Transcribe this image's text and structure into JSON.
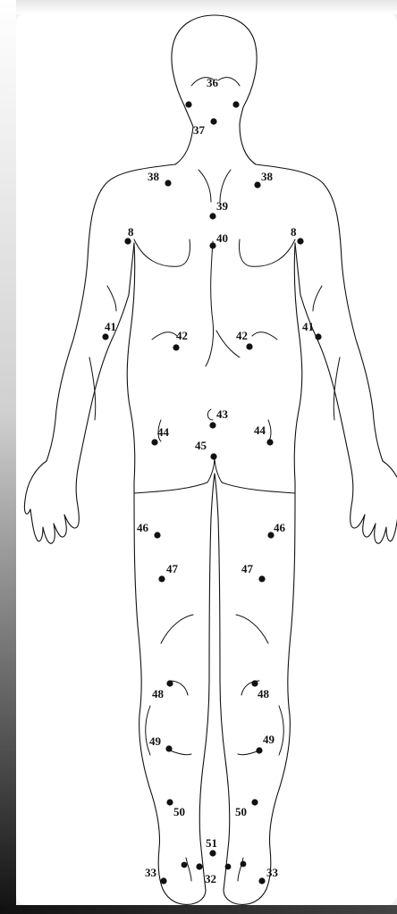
{
  "colors": {
    "panel_bg": "#ffffff",
    "frame_shadow_dark": "#1a1a1a",
    "frame_shadow_light": "#d9d9d9",
    "ink": "#111111"
  },
  "figure": {
    "description_icon": "human-body-back-view",
    "points": [
      {
        "id": "p36-l",
        "label": "36"
      },
      {
        "id": "p36-r",
        "label": ""
      },
      {
        "id": "p37",
        "label": "37"
      },
      {
        "id": "p38-l",
        "label": "38"
      },
      {
        "id": "p38-r",
        "label": "38"
      },
      {
        "id": "p39",
        "label": "39"
      },
      {
        "id": "p8-l",
        "label": "8"
      },
      {
        "id": "p40",
        "label": "40"
      },
      {
        "id": "p8-r",
        "label": "8"
      },
      {
        "id": "p41-l",
        "label": "41"
      },
      {
        "id": "p42-l",
        "label": "42"
      },
      {
        "id": "p42-r",
        "label": "42"
      },
      {
        "id": "p41-r",
        "label": "41"
      },
      {
        "id": "p43",
        "label": "43"
      },
      {
        "id": "p44-l",
        "label": "44"
      },
      {
        "id": "p44-r",
        "label": "44"
      },
      {
        "id": "p45",
        "label": "45"
      },
      {
        "id": "p46-l",
        "label": "46"
      },
      {
        "id": "p46-r",
        "label": "46"
      },
      {
        "id": "p47-l",
        "label": "47"
      },
      {
        "id": "p47-r",
        "label": "47"
      },
      {
        "id": "p48-l",
        "label": "48"
      },
      {
        "id": "p48-r",
        "label": "48"
      },
      {
        "id": "p49-l",
        "label": "49"
      },
      {
        "id": "p49-r",
        "label": "49"
      },
      {
        "id": "p50-l",
        "label": "50"
      },
      {
        "id": "p50-r",
        "label": "50"
      },
      {
        "id": "p51",
        "label": "51"
      },
      {
        "id": "p33-l",
        "label": "33"
      },
      {
        "id": "p32",
        "label": "32"
      },
      {
        "id": "p33-r",
        "label": "33"
      }
    ]
  }
}
